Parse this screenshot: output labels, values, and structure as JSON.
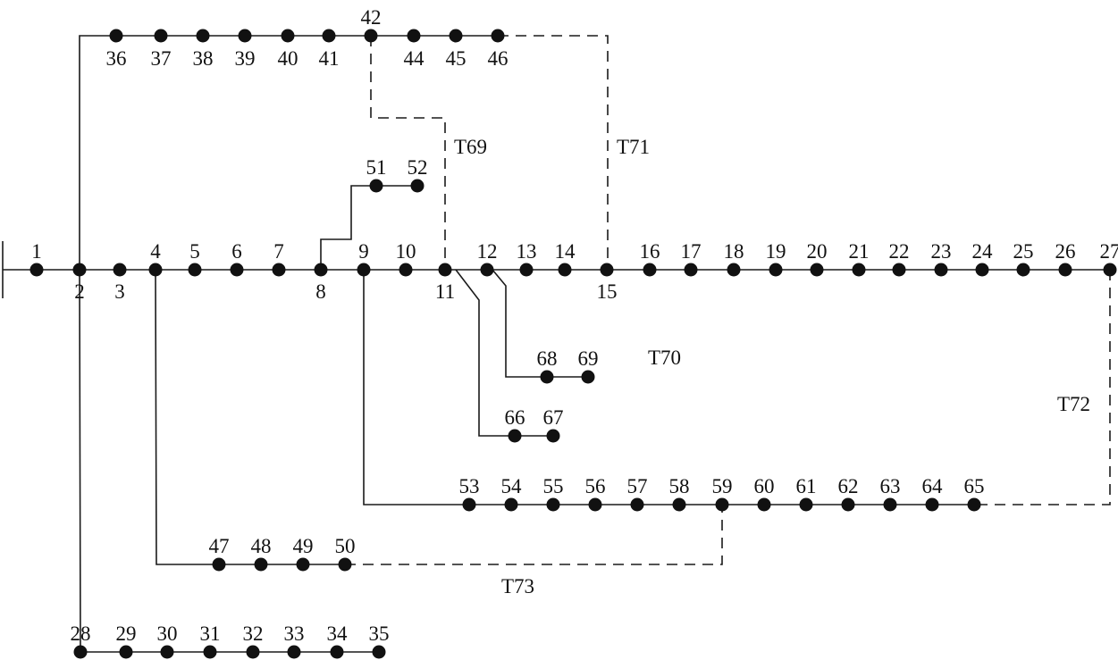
{
  "nodes": [
    "1",
    "2",
    "3",
    "4",
    "5",
    "6",
    "7",
    "8",
    "9",
    "10",
    "11",
    "12",
    "13",
    "14",
    "15",
    "16",
    "17",
    "18",
    "19",
    "20",
    "21",
    "22",
    "23",
    "24",
    "25",
    "26",
    "27",
    "28",
    "29",
    "30",
    "31",
    "32",
    "33",
    "34",
    "35",
    "36",
    "37",
    "38",
    "39",
    "40",
    "41",
    "42",
    "44",
    "45",
    "46",
    "47",
    "48",
    "49",
    "50",
    "51",
    "52",
    "53",
    "54",
    "55",
    "56",
    "57",
    "58",
    "59",
    "60",
    "61",
    "62",
    "63",
    "64",
    "65",
    "66",
    "67",
    "68",
    "69"
  ],
  "tie_switches": [
    {
      "label": "T69",
      "from": "42",
      "to": "11"
    },
    {
      "label": "T70",
      "from": "",
      "to": ""
    },
    {
      "label": "T71",
      "from": "46",
      "to": "15"
    },
    {
      "label": "T72",
      "from": "27",
      "to": "65"
    },
    {
      "label": "T73",
      "from": "50",
      "to": "59"
    }
  ]
}
